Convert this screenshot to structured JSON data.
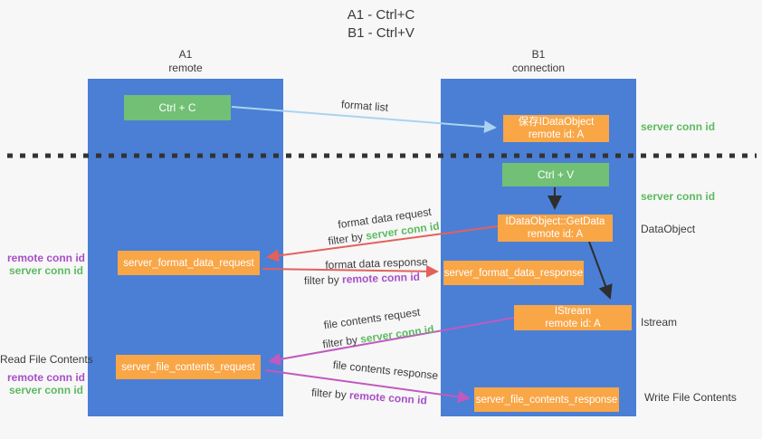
{
  "title": {
    "line1": "A1 - Ctrl+C",
    "line2": "B1 - Ctrl+V"
  },
  "lanes": {
    "left": {
      "name": "A1",
      "role": "remote"
    },
    "right": {
      "name": "B1",
      "role": "connection"
    }
  },
  "boxes": {
    "ctrl_c": {
      "label": "Ctrl + C"
    },
    "ctrl_v": {
      "label": "Ctrl + V"
    },
    "save_idataobject": {
      "line1": "保存IDataObject",
      "line2": "remote id: A"
    },
    "getdata": {
      "line1": "IDataObject::GetData",
      "line2": "remote id: A"
    },
    "istream": {
      "line1": "IStream",
      "line2": "remote id: A"
    },
    "server_format_data_request": {
      "label": "server_format_data_request"
    },
    "server_format_data_response": {
      "label": "server_format_data_response"
    },
    "server_file_contents_request": {
      "label": "server_file_contents_request"
    },
    "server_file_contents_response": {
      "label": "server_file_contents_response"
    }
  },
  "arrows": {
    "format_list": {
      "label": "format list"
    },
    "format_data_request": {
      "label": "format data request",
      "filter_prefix": "filter by ",
      "filter_key": "server conn id"
    },
    "format_data_response": {
      "label": "format data response",
      "filter_prefix": "filter by ",
      "filter_key": "remote conn id"
    },
    "file_contents_request": {
      "label": "file contents request",
      "filter_prefix": "filter by ",
      "filter_key": "server conn id"
    },
    "file_contents_response": {
      "label": "file contents response",
      "filter_prefix": "filter by ",
      "filter_key": "remote conn id"
    }
  },
  "side_labels": {
    "server_conn_id_top_right": "server conn id",
    "server_conn_id_mid_right": "server conn id",
    "dataobject": "DataObject",
    "istream": "Istream",
    "write_file_contents": "Write File Contents",
    "read_file_contents": "Read File Contents",
    "left_top": {
      "remote": "remote conn id",
      "server": "server conn id"
    },
    "left_bottom": {
      "remote": "remote conn id",
      "server": "server conn id"
    }
  },
  "colors": {
    "lane_blue": "#4a7fd5",
    "box_green": "#71c075",
    "box_orange": "#f9a647",
    "arrow_lightblue": "#a9d3f0",
    "arrow_red": "#e4605d",
    "arrow_magenta": "#c159c1",
    "arrow_black": "#2e2e2e",
    "text_green": "#5cba60",
    "text_purple": "#a84fc8",
    "divider": "#333333"
  }
}
